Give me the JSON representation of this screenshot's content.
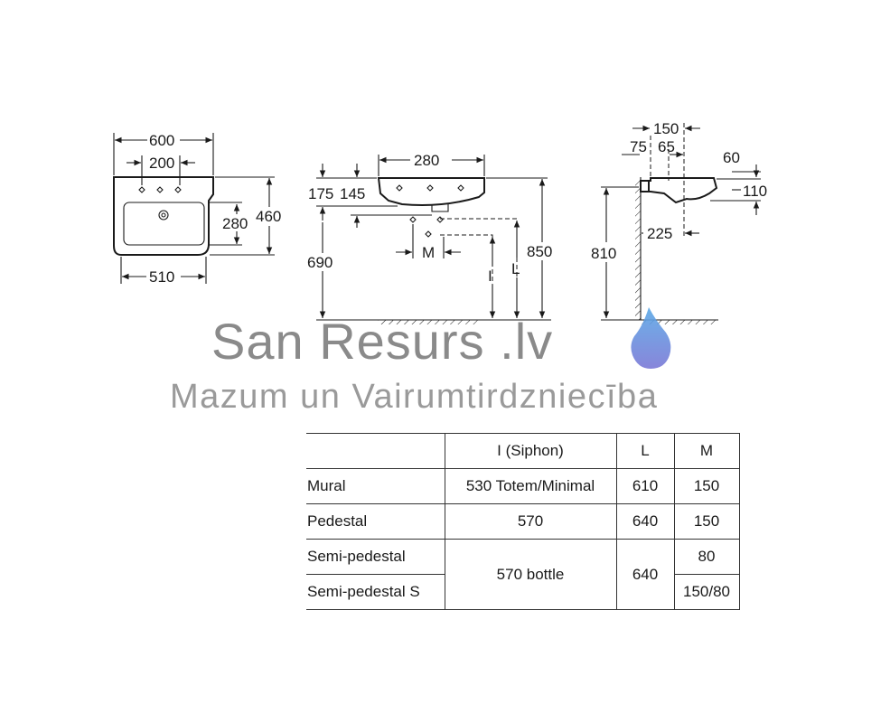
{
  "brand": {
    "name": "San Resurs .lv",
    "tagline": "Mazum un Vairumtirdzniecība",
    "drop_color_top": "#5aa9e6",
    "drop_color_bottom": "#7a78d6"
  },
  "drawing": {
    "top_view": {
      "overall_width": "600",
      "tap_spacing": "200",
      "bowl_depth": "280",
      "overall_depth": "460",
      "base_width": "510"
    },
    "front_view": {
      "h1": "175",
      "h2": "145",
      "width": "280",
      "floor_height": "690",
      "total_height": "850",
      "m": "M",
      "l": "L",
      "i": "I"
    },
    "side_view": {
      "d150": "150",
      "d75": "75",
      "d65": "65",
      "d60": "60",
      "d110": "110",
      "d225": "225",
      "d810": "810"
    }
  },
  "table": {
    "headers": [
      "I (Siphon)",
      "L",
      "M"
    ],
    "rows": [
      {
        "label": "Mural",
        "i": "530 Totem/Minimal",
        "l": "610",
        "m": "150"
      },
      {
        "label": "Pedestal",
        "i": "570",
        "l": "640",
        "m": "150"
      },
      {
        "label": "Semi-pedestal",
        "i": "570 bottle",
        "l": "640",
        "m": "80"
      },
      {
        "label": "Semi-pedestal S",
        "m": "150/80"
      }
    ]
  }
}
